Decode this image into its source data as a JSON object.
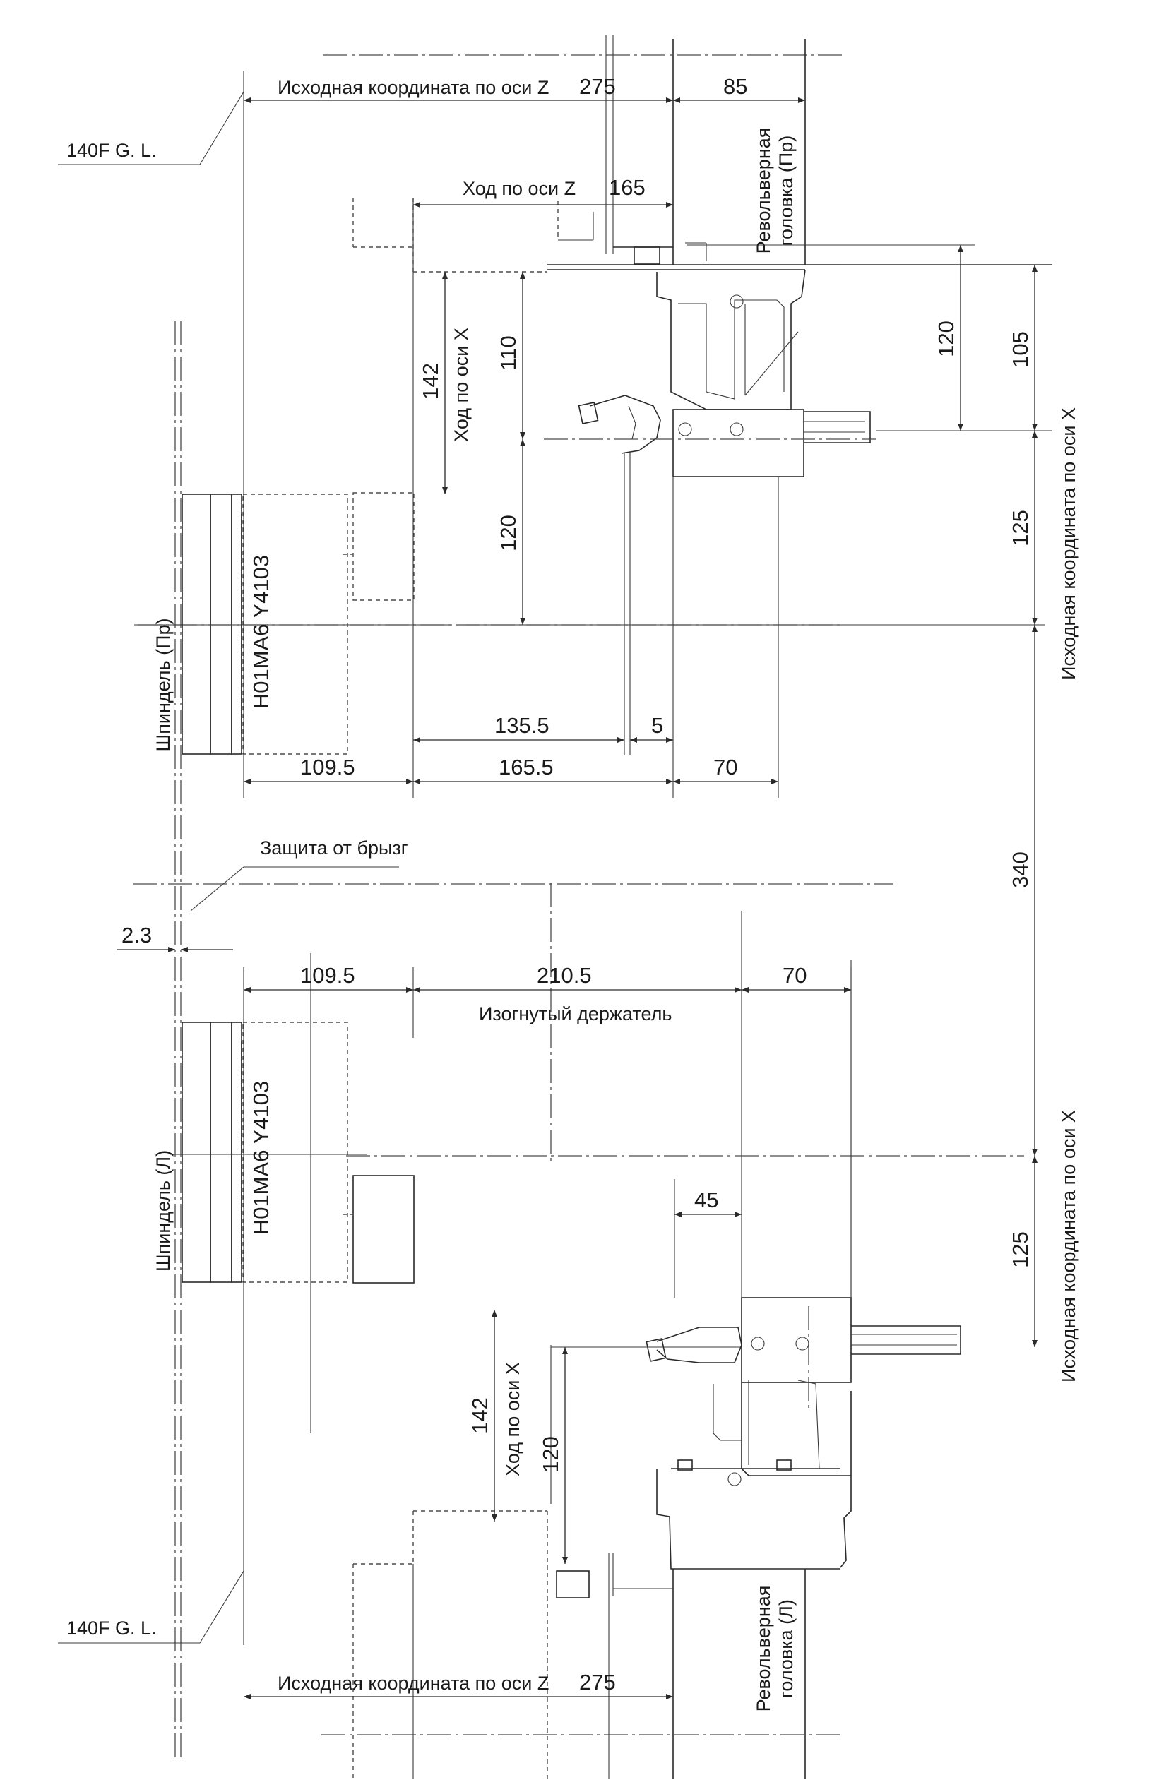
{
  "labels": {
    "gl_top": "140F G. L.",
    "gl_bottom": "140F G. L.",
    "z_origin_top": "Исходная координата по оси Z",
    "z_origin_bottom": "Исходная координата по оси Z",
    "z_stroke": "Ход по оси Z",
    "x_stroke_top": "Ход по оси X",
    "x_stroke_bottom": "Ход по оси X",
    "turret_right_1": "Револьверная",
    "turret_right_2": "головка (Пр)",
    "turret_left_1": "Револьверная",
    "turret_left_2": "головка (Л)",
    "x_origin_right": "Исходная координата по оси X",
    "x_origin_left": "Исходная координата по оси X",
    "spindle_right": "Шпиндель (Пр)",
    "spindle_left": "Шпиндель (Л)",
    "chuck_top": "H01MA6 Y4103",
    "chuck_bottom": "H01MA6 Y4103",
    "splash_guard": "Защита от брызг",
    "bent_holder": "Изогнутый держатель"
  },
  "dimensions": {
    "z275_top": "275",
    "d85": "85",
    "z165": "165",
    "x142_top": "142",
    "d110": "110",
    "d120_top_vert": "120",
    "d120_right": "120",
    "d105": "105",
    "d125_top": "125",
    "d135_5": "135.5",
    "d5": "5",
    "d109_5_top": "109.5",
    "d165_5": "165.5",
    "d70_top": "70",
    "d340": "340",
    "d2_3": "2.3",
    "d109_5_bottom": "109.5",
    "d210_5": "210.5",
    "d70_bottom": "70",
    "d45": "45",
    "d125_bottom": "125",
    "x142_bottom": "142",
    "d120_bottom": "120",
    "z275_bottom": "275"
  }
}
